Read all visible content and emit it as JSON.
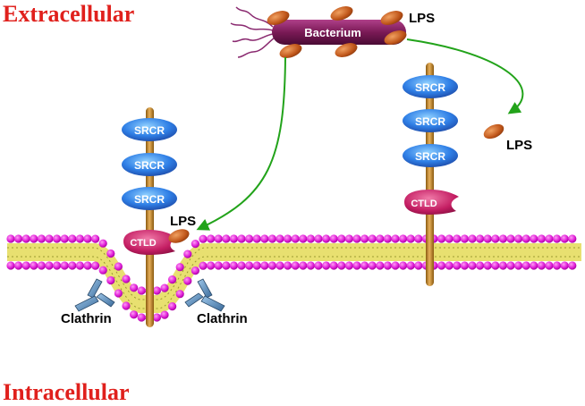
{
  "regions": {
    "extracellular": "Extracellular",
    "intracellular": "Intracellular"
  },
  "bacterium": {
    "label": "Bacterium"
  },
  "lps": {
    "label": "LPS"
  },
  "receptor": {
    "domain_label": "SRCR",
    "ctld_label": "CTLD"
  },
  "clathrin": {
    "label": "Clathrin"
  },
  "colors": {
    "region_label": "#e0201c",
    "membrane_head": "#e020d8",
    "membrane_tail": "#e8e070",
    "stalk": "#c88a2a",
    "srcr": "#2f7fe6",
    "ctld": "#c41e63",
    "lps": "#b8521a",
    "bacterium": "#7a1a56",
    "arrow": "#22a31a",
    "clathrin": "#4a7fb0"
  }
}
